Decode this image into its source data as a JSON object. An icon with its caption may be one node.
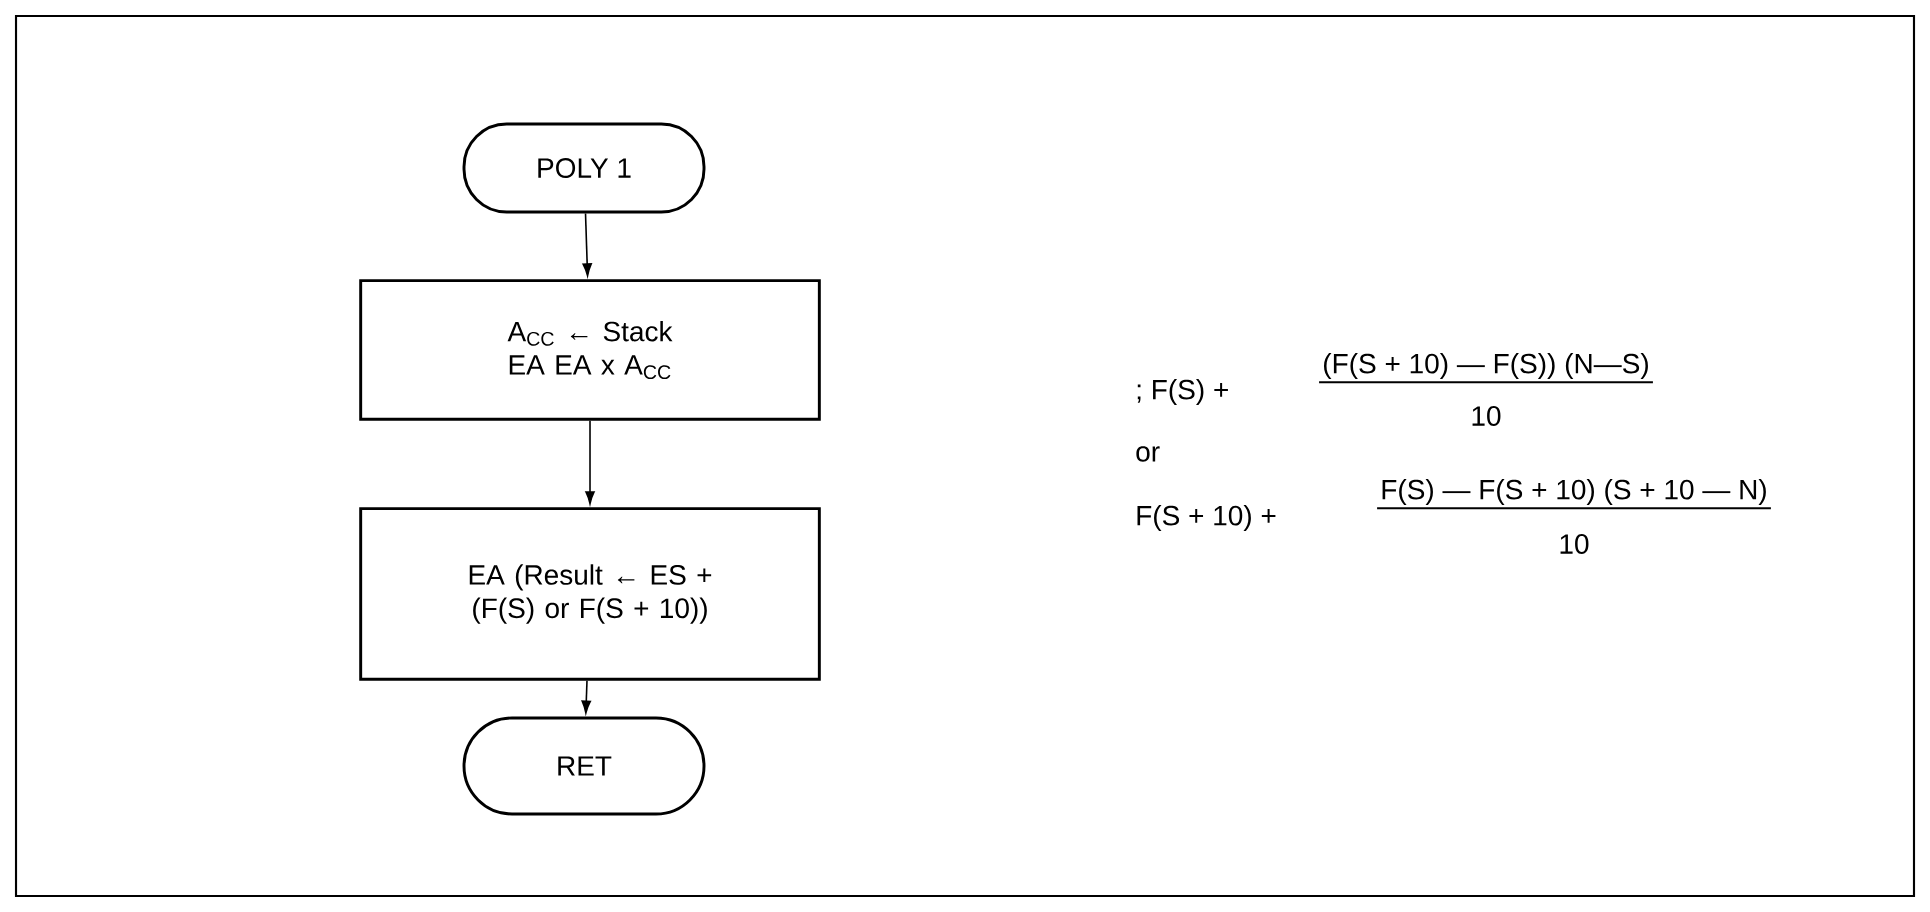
{
  "diagram": {
    "nodes": [
      {
        "text": [
          "POLY 1"
        ]
      },
      {
        "text": [
          "A$_{CC}$ ← Stack EA EA x A$_{CC}$"
        ]
      },
      {
        "text": [
          "EA (Result ← ES + (F(S) or F(S + 10))"
        ]
      },
      {
        "text": [
          "RET"
        ]
      }
    ],
    "edges": [
      {
        "from": 0,
        "to": 1,
        "arrow": "to"
      },
      {
        "from": 1,
        "to": 2,
        "arrow": "to"
      },
      {
        "from": 2,
        "to": 3,
        "arrow": "to"
      }
    ],
    "labels": [
      "; F(S) +",
      "(F(S + 10) — F(S)) (N—S)",
      "10",
      "or",
      "F(S + 10) +",
      "F(S) — F(S + 10) (S + 10 — N)",
      "10"
    ]
  }
}
